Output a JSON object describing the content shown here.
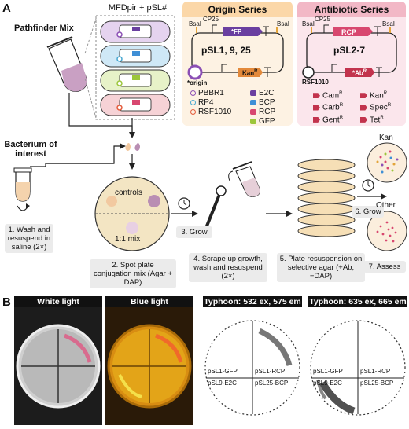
{
  "panel_a": {
    "letter": "A",
    "pathfinder_mix": "Pathfinder Mix",
    "mfd_label": "MFDpir + pSL#",
    "origin_series": {
      "title": "Origin Series",
      "cp25": "CP25",
      "bsal_left": "BsaI",
      "bsal_right": "BsaI",
      "fp": "*FP",
      "plasmid_name": "pSL1, 9, 25",
      "kan": "Kan",
      "origin": "*origin",
      "legend_left": [
        "PBBR1",
        "RP4",
        "RSF1010"
      ],
      "legend_right": [
        "E2C",
        "BCP",
        "RCP",
        "GFP"
      ],
      "colors": {
        "pbbr1": "#8b4fb5",
        "rp4": "#45a7d1",
        "rsf1010": "#e35a3a",
        "e2c": "#6a3fa0",
        "bcp": "#3f8fd6",
        "rcp": "#d8476f",
        "gfp": "#9cc63b",
        "header_bg": "#fbd7a8",
        "panel_bg": "#fdf2e3"
      }
    },
    "antibiotic_series": {
      "title": "Antibiotic Series",
      "cp25": "CP25",
      "bsal_left": "BsaI",
      "bsal_right": "BsaI",
      "rcp": "RCP",
      "plasmid_name": "pSL2-7",
      "rsf": "RSF1010",
      "ab": "*Ab",
      "legend_left": [
        "Cam",
        "Carb",
        "Gent"
      ],
      "legend_right": [
        "Kan",
        "Spec",
        "Tet"
      ],
      "resistance_sup": "R",
      "colors": {
        "header_bg": "#f2b8c6",
        "panel_bg": "#fbe6ec",
        "marker": "#c2334d"
      }
    },
    "bacterium": "Bacterium of interest",
    "controls": "controls",
    "mix": "1:1 mix",
    "steps": {
      "s1": "1. Wash and resuspend in saline (2×)",
      "s2": "2. Spot plate conjugation mix (Agar + DAP)",
      "s3": "3. Grow",
      "s4": "4. Scrape up growth, wash and resuspend (2×)",
      "s5": "5. Plate resuspension on selective agar (+Ab, −DAP)",
      "s6": "6. Grow",
      "s7": "7. Assess"
    },
    "kan_plate": "Kan",
    "other_plate": "Other"
  },
  "panel_b": {
    "letter": "B",
    "titles": [
      "White light",
      "Blue light",
      "Typhoon: 532 ex, 575 em",
      "Typhoon: 635 ex, 665 em"
    ],
    "quadrant_labels": [
      "pSL1-GFP",
      "pSL1-RCP",
      "pSL9-E2C",
      "pSL25-BCP"
    ]
  }
}
